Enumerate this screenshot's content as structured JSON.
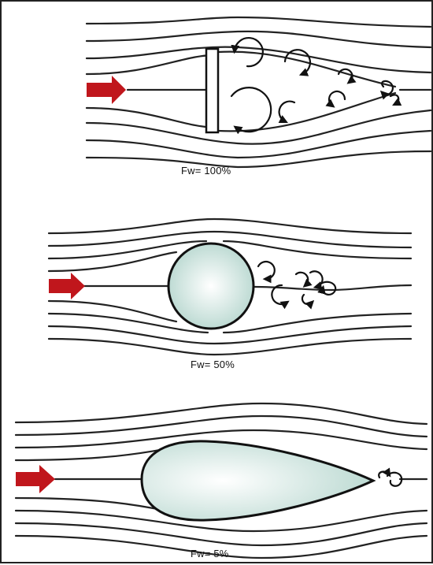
{
  "colors": {
    "arrow": "#c0161c",
    "body_fill_center": "#ffffff",
    "body_fill_edge": "#b7d7cf",
    "line": "#222222"
  },
  "panels": [
    {
      "shape": "flat-plate",
      "caption": "Fw= 100%"
    },
    {
      "shape": "sphere",
      "caption": "Fw= 50%"
    },
    {
      "shape": "streamlined-teardrop",
      "caption": "Fw= 5%"
    }
  ]
}
